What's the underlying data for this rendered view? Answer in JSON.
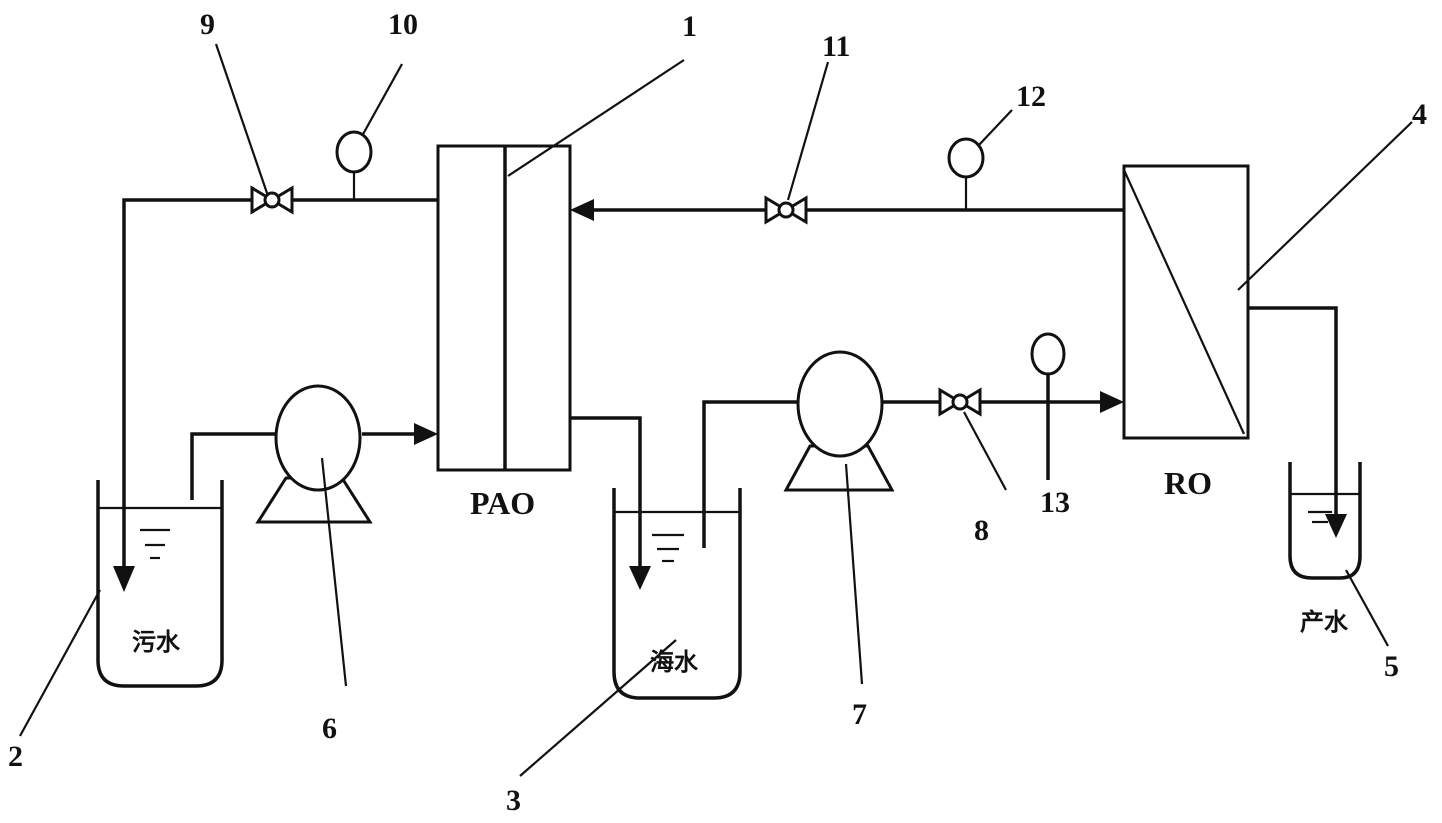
{
  "units": {
    "pao": "PAO",
    "ro": "RO"
  },
  "tanks": {
    "wastewater": "污水",
    "seawater": "海水",
    "product": "产水"
  },
  "callouts": [
    "1",
    "2",
    "3",
    "4",
    "5",
    "6",
    "7",
    "8",
    "9",
    "10",
    "11",
    "12",
    "13"
  ]
}
